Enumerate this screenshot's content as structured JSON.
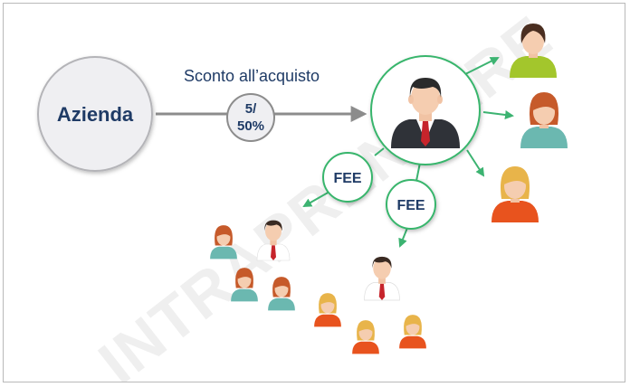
{
  "watermark": "INTRAPRENDERE",
  "company": {
    "label": "Azienda"
  },
  "discount": {
    "caption": "Sconto all’acquisto",
    "badge_line1": "5/",
    "badge_line2": "50%"
  },
  "fees": [
    {
      "label": "FEE"
    },
    {
      "label": "FEE"
    }
  ],
  "colors": {
    "arrow_gray": "#8c8c8c",
    "arrow_green": "#3cb371",
    "accent_blue": "#1f3b66",
    "circle_green": "#38b56c",
    "suit": "#2f3238",
    "tie": "#c6242b",
    "green_shirt": "#a3c62c",
    "teal_shirt": "#6bb8b0",
    "orange_shirt": "#e8531e"
  },
  "icons": {
    "main_person": "businessman-icon",
    "clients": [
      "woman-green-icon",
      "woman-teal-icon",
      "woman-orange-icon"
    ]
  }
}
